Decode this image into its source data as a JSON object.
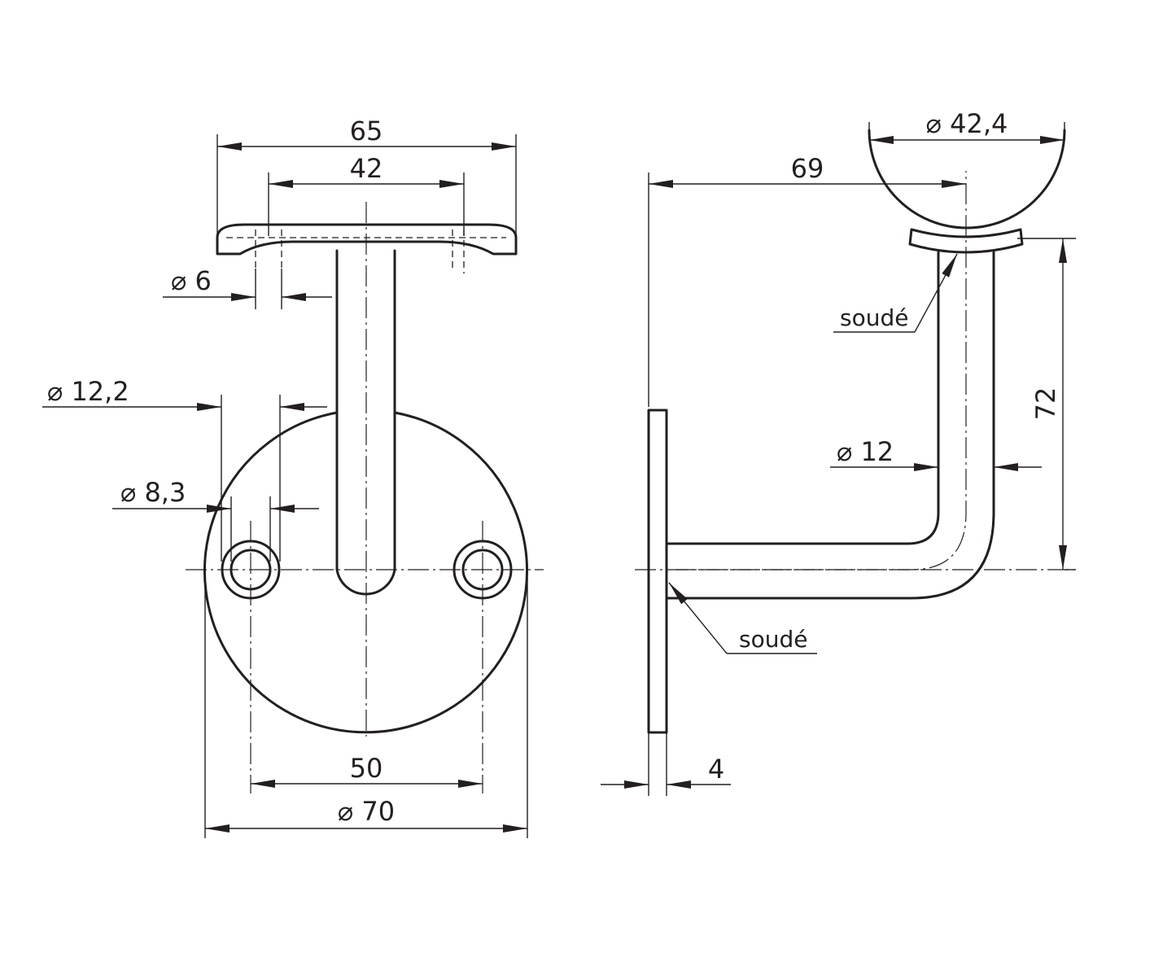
{
  "dimensions": {
    "d65": "65",
    "d42": "42",
    "dia6": "⌀ 6",
    "dia12_2": "⌀ 12,2",
    "dia8_3": "⌀ 8,3",
    "d50": "50",
    "dia70": "⌀ 70",
    "dia42_4": "⌀ 42,4",
    "d69": "69",
    "d72": "72",
    "dia12": "⌀ 12",
    "d4": "4"
  },
  "notes": {
    "weld_top": "soudé",
    "weld_bottom": "soudé"
  }
}
